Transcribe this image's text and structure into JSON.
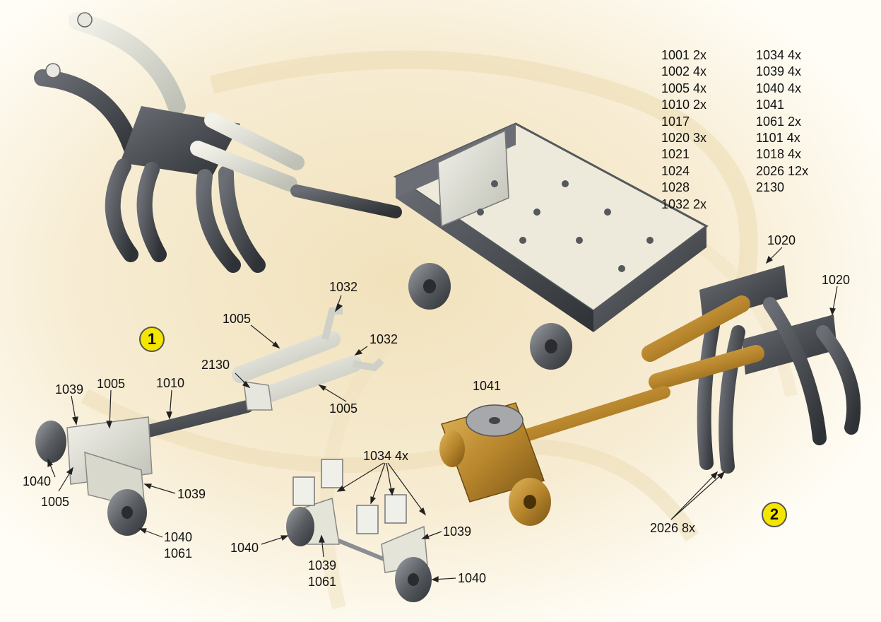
{
  "parts_list": {
    "left": [
      "1001 2x",
      "1002 4x",
      "1005 4x",
      "1010 2x",
      "1017",
      "1020 3x",
      "1021",
      "1024",
      "1028",
      "1032 2x"
    ],
    "right": [
      "1034 4x",
      "1039 4x",
      "1040 4x",
      "1041",
      "1061 2x",
      "1101 4x",
      "1018 4x",
      "2026 12x",
      "2130"
    ]
  },
  "steps": {
    "step1": "1",
    "step2": "2"
  },
  "callouts": {
    "c1032a": "1032",
    "c1005a": "1005",
    "c1032b": "1032",
    "c2130": "2130",
    "c1005b": "1005",
    "c1039a": "1039",
    "c1005c": "1005",
    "c1010": "1010",
    "c1040a": "1040",
    "c1005d": "1005",
    "c1039b": "1039",
    "c1040b": "1040",
    "c1061a": "1061",
    "c1034": "1034 4x",
    "c1039c": "1039",
    "c1040c": "1040",
    "c1039d": "1039",
    "c1061b": "1061",
    "c1040d": "1040",
    "c1041": "1041",
    "c1020a": "1020",
    "c1020b": "1020",
    "c2026": "2026 8x"
  },
  "colors": {
    "background": "#fffdf6",
    "steel_dark": "#4a4d52",
    "steel_light": "#d6d6cc",
    "brass": "#b8862c",
    "badge": "#f5e600"
  }
}
